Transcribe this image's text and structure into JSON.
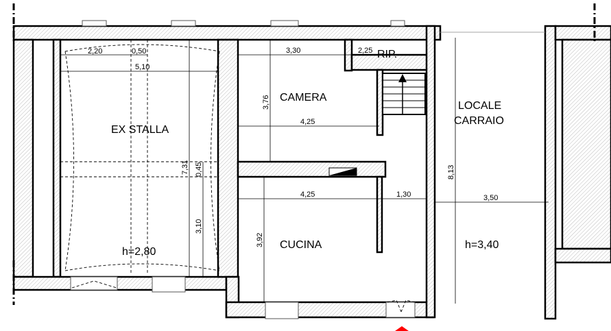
{
  "rooms": {
    "ex_stalla": "EX STALLA",
    "camera": "CAMERA",
    "rip": "RIP.",
    "cucina": "CUCINA",
    "locale_carraio_1": "LOCALE",
    "locale_carraio_2": "CARRAIO"
  },
  "heights": {
    "ex_stalla": "h=2,80",
    "locale_carraio": "h=3,40"
  },
  "dimensions": {
    "stalla_left": "2,20",
    "stalla_mid": "0,50",
    "stalla_width": "5,10",
    "stalla_length": "7,31",
    "stalla_beam": "0,45",
    "stalla_bottom": "3,10",
    "camera_top": "3,30",
    "rip_width": "2,25",
    "camera_height": "3,76",
    "camera_width": "4,25",
    "cucina_width": "4,25",
    "corridor_width": "1,30",
    "cucina_height": "3,92",
    "carraio_length": "8,13",
    "carraio_width": "3,50"
  },
  "colors": {
    "entrance_marker": "#ff0000"
  }
}
